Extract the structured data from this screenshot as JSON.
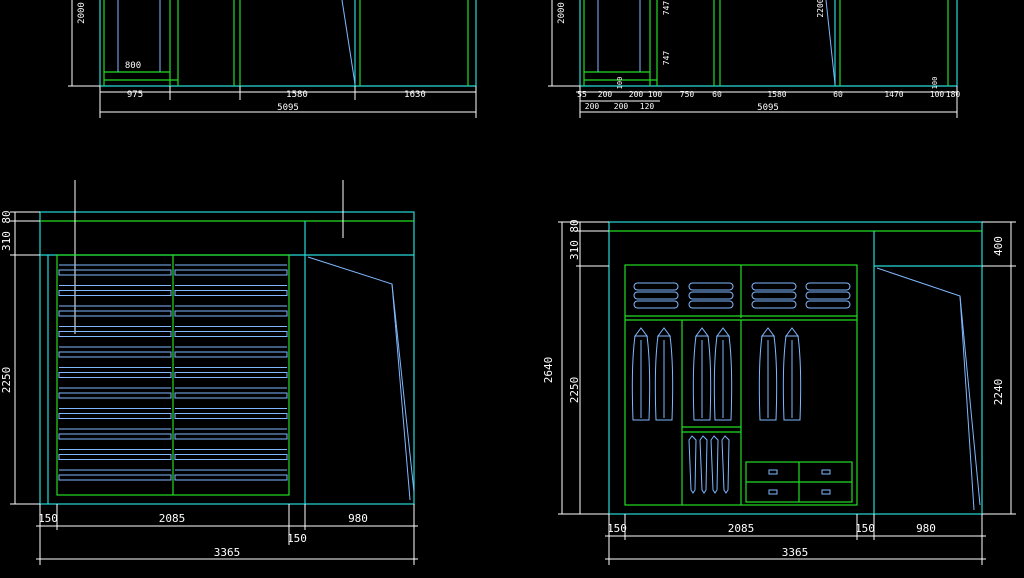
{
  "colors": {
    "background": "#000000",
    "carcass": "#26d9d9",
    "panel": "#22dd22",
    "detail": "#7fb8ff",
    "dimension": "#ffffff"
  },
  "top_left_plan": {
    "height_label": "2000",
    "inner_label": "800",
    "segments": [
      "975",
      "1580",
      "1630"
    ],
    "total": "5095"
  },
  "top_right_plan": {
    "height_label": "2000",
    "side_labels": [
      "2200",
      "747",
      "747"
    ],
    "row1": [
      "55",
      "200",
      "200",
      "100",
      "750",
      "60",
      "1580",
      "60",
      "1470",
      "100",
      "180"
    ],
    "row2": [
      "200",
      "200",
      "120"
    ],
    "extra_label": "100",
    "right_label": "100",
    "total": "5095"
  },
  "left_elevation": {
    "left_dims": [
      "310",
      "80",
      "2250"
    ],
    "bottom_dims": [
      "150",
      "2085",
      "980",
      "150"
    ],
    "total": "3365"
  },
  "right_elevation": {
    "left_dims": [
      "310",
      "80",
      "2640",
      "2250"
    ],
    "right_dims": [
      "400",
      "2240"
    ],
    "bottom_dims": [
      "150",
      "2085",
      "150",
      "980"
    ],
    "total": "3365"
  }
}
